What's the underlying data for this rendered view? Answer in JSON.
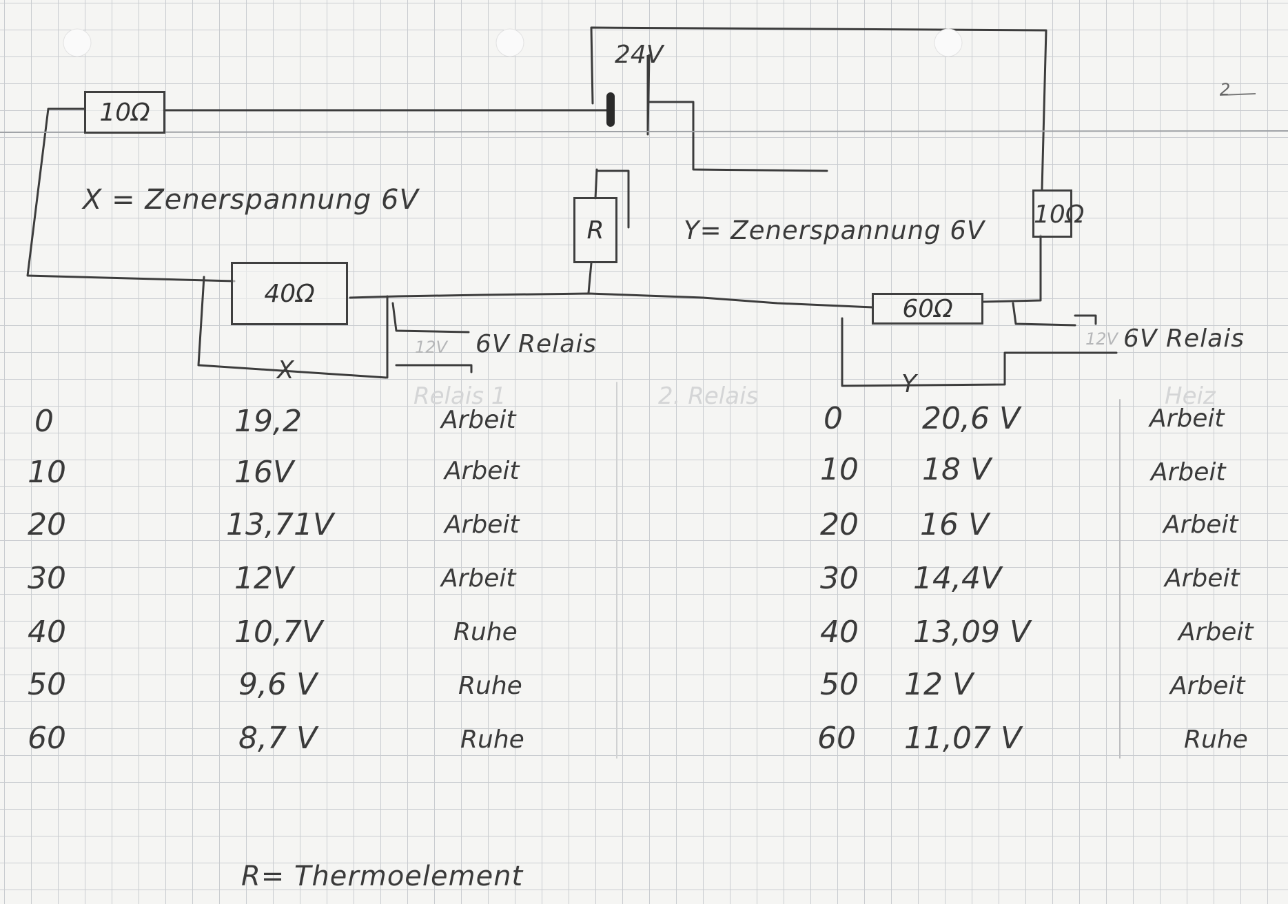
{
  "page_label": "2",
  "circuit": {
    "source_voltage": "24V",
    "left_resistor_top": "10Ω",
    "left_resistor_bottom": "40Ω",
    "right_resistor_top": "10Ω",
    "right_resistor_bottom": "60Ω",
    "thermo_element": "R",
    "left_relay_label": "6V Relais",
    "left_relay_small": "12V",
    "right_relay_label": "6V Relais",
    "right_relay_small": "12V",
    "left_zener_symbol": "X",
    "right_zener_symbol": "Y",
    "left_zener_text": "X = Zenerspannung    6V",
    "right_zener_text": "Y= Zenerspannung 6V"
  },
  "left_table": {
    "rows": [
      {
        "temp": "0",
        "voltage": "19,2",
        "state": "Arbeit"
      },
      {
        "temp": "10",
        "voltage": "16V",
        "state": "Arbeit"
      },
      {
        "temp": "20",
        "voltage": "13,71V",
        "state": "Arbeit"
      },
      {
        "temp": "30",
        "voltage": "12V",
        "state": "Arbeit"
      },
      {
        "temp": "40",
        "voltage": "10,7V",
        "state": "Ruhe"
      },
      {
        "temp": "50",
        "voltage": "9,6 V",
        "state": "Ruhe"
      },
      {
        "temp": "60",
        "voltage": "8,7 V",
        "state": "Ruhe"
      }
    ]
  },
  "right_table": {
    "rows": [
      {
        "temp": "0",
        "voltage": "20,6 V",
        "state": "Arbeit"
      },
      {
        "temp": "10",
        "voltage": "18   V",
        "state": "Arbeit"
      },
      {
        "temp": "20",
        "voltage": "16  V",
        "state": "Arbeit"
      },
      {
        "temp": "30",
        "voltage": "14,4V",
        "state": "Arbeit"
      },
      {
        "temp": "40",
        "voltage": "13,09 V",
        "state": "Arbeit"
      },
      {
        "temp": "50",
        "voltage": "12 V",
        "state": "Arbeit"
      },
      {
        "temp": "60",
        "voltage": "11,07 V",
        "state": "Ruhe"
      }
    ]
  },
  "footer_note": "R= Thermoelement"
}
